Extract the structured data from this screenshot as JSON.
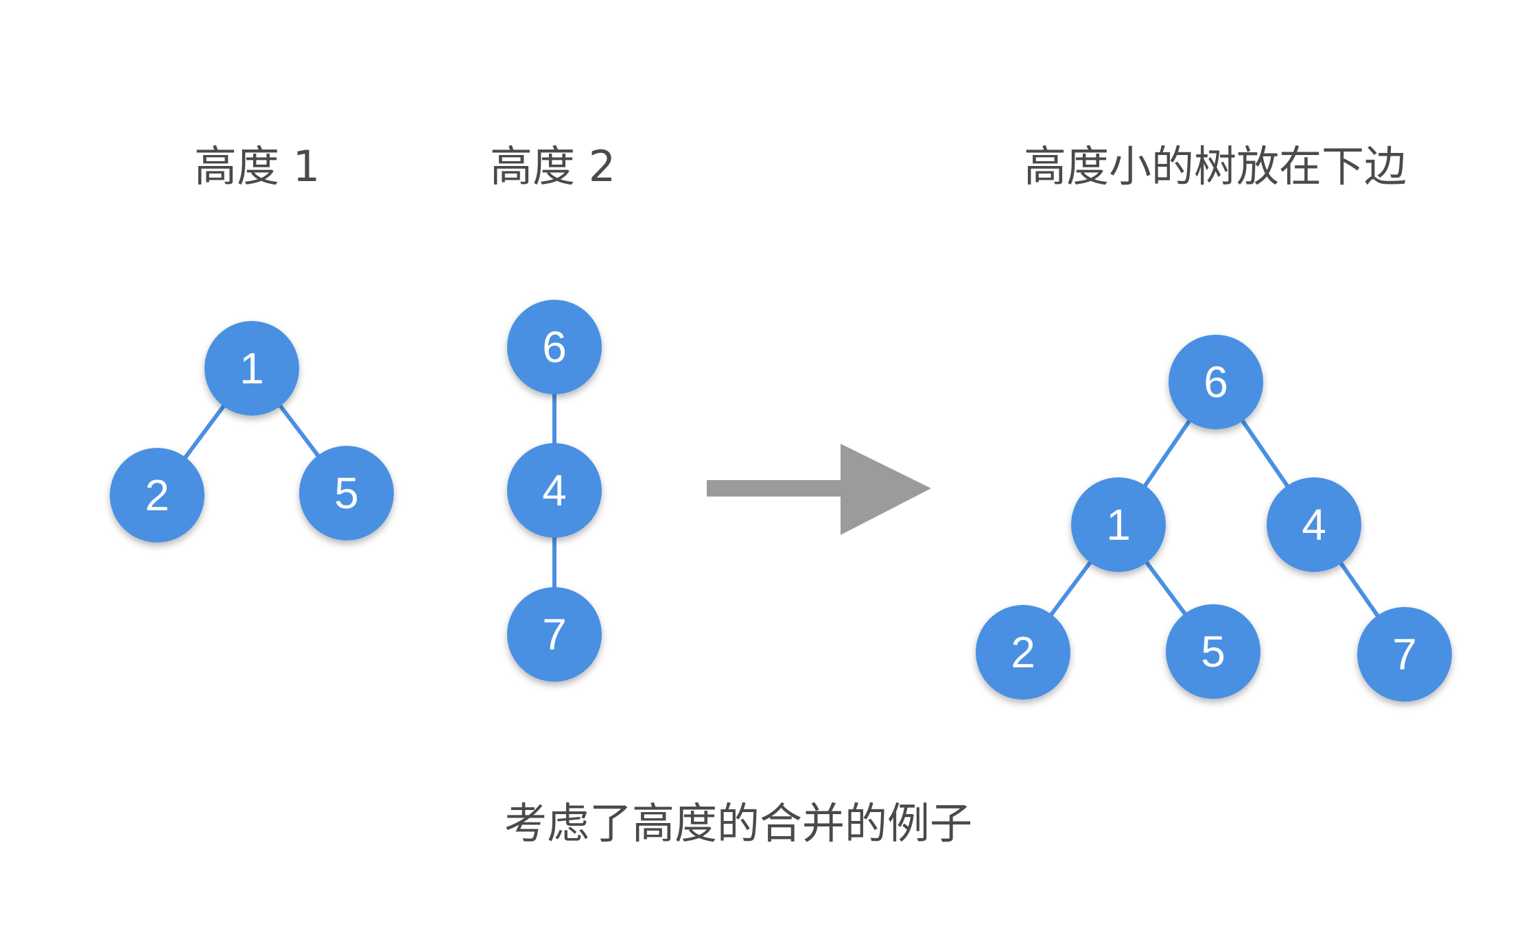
{
  "colors": {
    "node_fill": "#4a90e2",
    "edge": "#4a90e2",
    "arrow": "#9b9b9b",
    "text": "#4a4a4a",
    "node_text": "#ffffff"
  },
  "labels": {
    "height1": "高度 1",
    "height2": "高度 2",
    "result": "高度小的树放在下边",
    "caption": "考虑了高度的合并的例子"
  },
  "trees": {
    "height1": {
      "nodes": [
        "1",
        "2",
        "5"
      ],
      "edges": [
        [
          "1",
          "2"
        ],
        [
          "1",
          "5"
        ]
      ]
    },
    "height2": {
      "nodes": [
        "6",
        "4",
        "7"
      ],
      "edges": [
        [
          "6",
          "4"
        ],
        [
          "4",
          "7"
        ]
      ]
    },
    "result": {
      "nodes": [
        "6",
        "1",
        "4",
        "2",
        "5",
        "7"
      ],
      "edges": [
        [
          "6",
          "1"
        ],
        [
          "6",
          "4"
        ],
        [
          "1",
          "2"
        ],
        [
          "1",
          "5"
        ],
        [
          "4",
          "7"
        ]
      ]
    }
  },
  "arrow_icon": "right-arrow-icon"
}
